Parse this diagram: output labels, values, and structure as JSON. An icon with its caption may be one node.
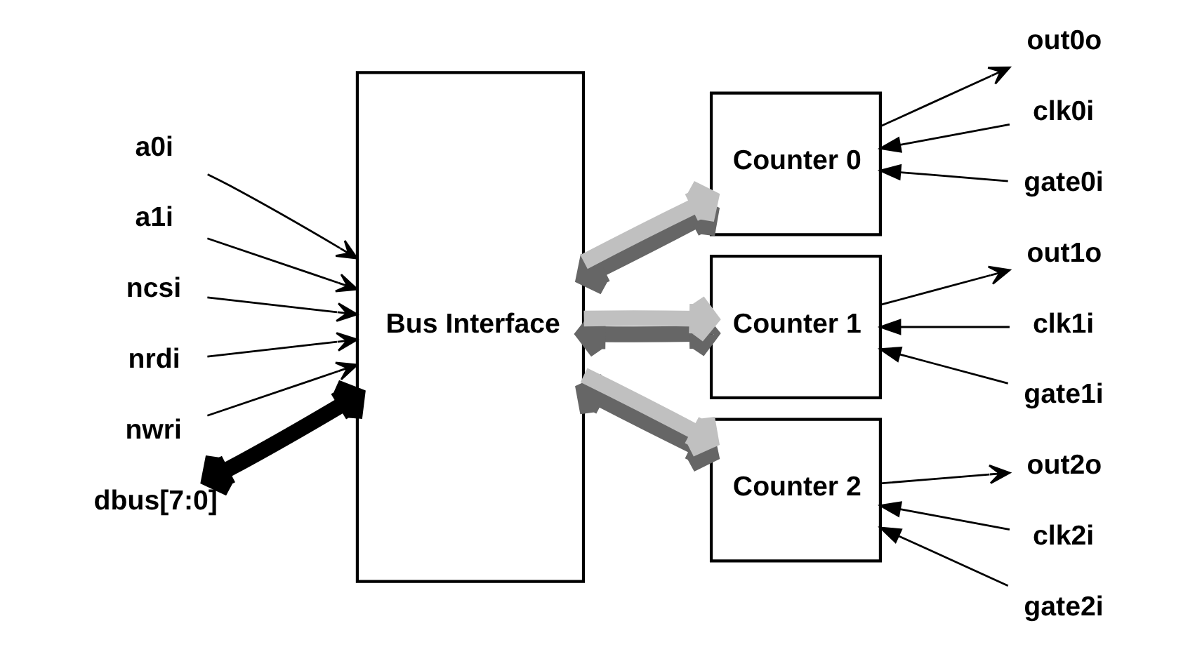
{
  "diagram": {
    "nodes": [
      {
        "text": [
          "Bus Interface"
        ]
      },
      {
        "text": [
          "Counter 0"
        ]
      },
      {
        "text": [
          "Counter 1"
        ]
      },
      {
        "text": [
          "Counter 2"
        ]
      },
      {
        "text": [
          "a0i"
        ]
      },
      {
        "text": [
          "a1i"
        ]
      },
      {
        "text": [
          "ncsi"
        ]
      },
      {
        "text": [
          "nrdi"
        ]
      },
      {
        "text": [
          "nwri"
        ]
      },
      {
        "text": [
          "dbus[7:0]"
        ]
      },
      {
        "text": [
          "out0o"
        ]
      },
      {
        "text": [
          "clk0i"
        ]
      },
      {
        "text": [
          "gate0i"
        ]
      },
      {
        "text": [
          "out1o"
        ]
      },
      {
        "text": [
          "clk1i"
        ]
      },
      {
        "text": [
          "gate1i"
        ]
      },
      {
        "text": [
          "out2o"
        ]
      },
      {
        "text": [
          "clk2i"
        ]
      },
      {
        "text": [
          "gate2i"
        ]
      }
    ],
    "edges": [
      {
        "from": 4,
        "to": 0,
        "arrow": "to"
      },
      {
        "from": 5,
        "to": 0,
        "arrow": "to"
      },
      {
        "from": 6,
        "to": 0,
        "arrow": "to"
      },
      {
        "from": 7,
        "to": 0,
        "arrow": "to"
      },
      {
        "from": 8,
        "to": 0,
        "arrow": "to"
      },
      {
        "from": 9,
        "to": 0,
        "arrow": "both",
        "style": "thick"
      },
      {
        "from": 0,
        "to": 1,
        "arrow": "both",
        "style": "thick",
        "color": "#666666"
      },
      {
        "from": 0,
        "to": 2,
        "arrow": "both",
        "style": "thick",
        "color": "#666666"
      },
      {
        "from": 0,
        "to": 3,
        "arrow": "both",
        "style": "thick",
        "color": "#666666"
      },
      {
        "from": 0,
        "to": 1,
        "arrow": "to",
        "style": "thick",
        "color": "#c0c0c0"
      },
      {
        "from": 0,
        "to": 2,
        "arrow": "to",
        "style": "thick",
        "color": "#c0c0c0"
      },
      {
        "from": 0,
        "to": 3,
        "arrow": "to",
        "style": "thick",
        "color": "#c0c0c0"
      },
      {
        "from": 1,
        "to": 10,
        "arrow": "to"
      },
      {
        "from": 11,
        "to": 1,
        "arrow": "to"
      },
      {
        "from": 12,
        "to": 1,
        "arrow": "to"
      },
      {
        "from": 2,
        "to": 13,
        "arrow": "to"
      },
      {
        "from": 14,
        "to": 2,
        "arrow": "to"
      },
      {
        "from": 15,
        "to": 2,
        "arrow": "to"
      },
      {
        "from": 3,
        "to": 16,
        "arrow": "to"
      },
      {
        "from": 17,
        "to": 3,
        "arrow": "to"
      },
      {
        "from": 18,
        "to": 3,
        "arrow": "to"
      }
    ]
  }
}
